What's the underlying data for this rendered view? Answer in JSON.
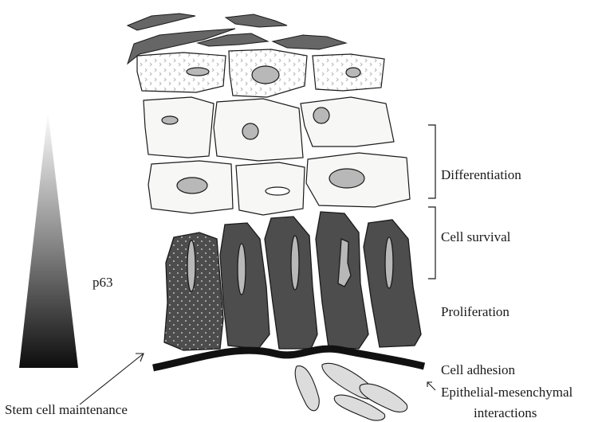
{
  "labels": {
    "differentiation": "Differentiation",
    "cell_survival": "Cell survival",
    "proliferation": "Proliferation",
    "cell_adhesion": "Cell adhesion",
    "emt_line1": "Epithelial-mesenchymal",
    "emt_line2": "interactions",
    "stem_cell": "Stem cell maintenance",
    "p63": "p63"
  },
  "colors": {
    "outline": "#1a1a1a",
    "dark_cell": "#4d4d4d",
    "flat_cell": "#666666",
    "light_cell": "#f7f7f5",
    "nucleus": "#b8b8b8",
    "speckle": "#bdbdbd",
    "mesenchymal_cell": "#dcdcdc",
    "gradient_top": "#ffffff",
    "gradient_mid": "#8a8a8a",
    "gradient_bottom": "#0d0d0d"
  }
}
